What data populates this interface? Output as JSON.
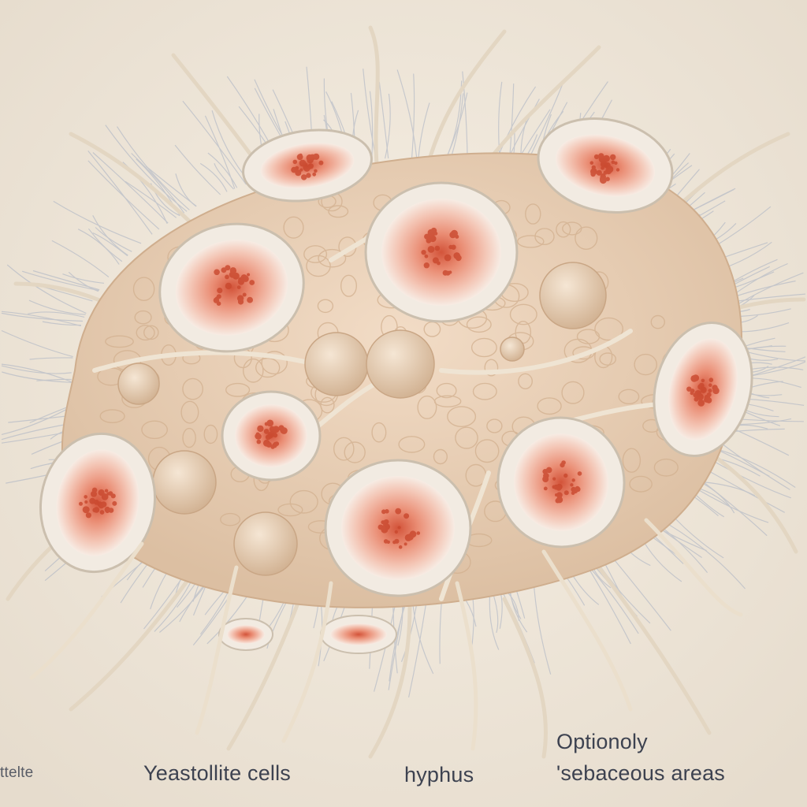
{
  "labels": {
    "left_cut": "ttelte",
    "yeast": "Yeastollite cells",
    "hyphus": "hyphus",
    "optional": "Optionoly",
    "sebaceous": "'sebaceous areas"
  },
  "colors": {
    "background": "#efe7da",
    "body": "#ead3bd",
    "body_cell": "#dcb999",
    "hypha": "#e9ddcb",
    "crater_rim": "#f3ece4",
    "crater_inner": "#f0b6a5",
    "crater_core": "#d95f40",
    "spore": "#e6cdb2",
    "label_text": "#3d4250"
  }
}
